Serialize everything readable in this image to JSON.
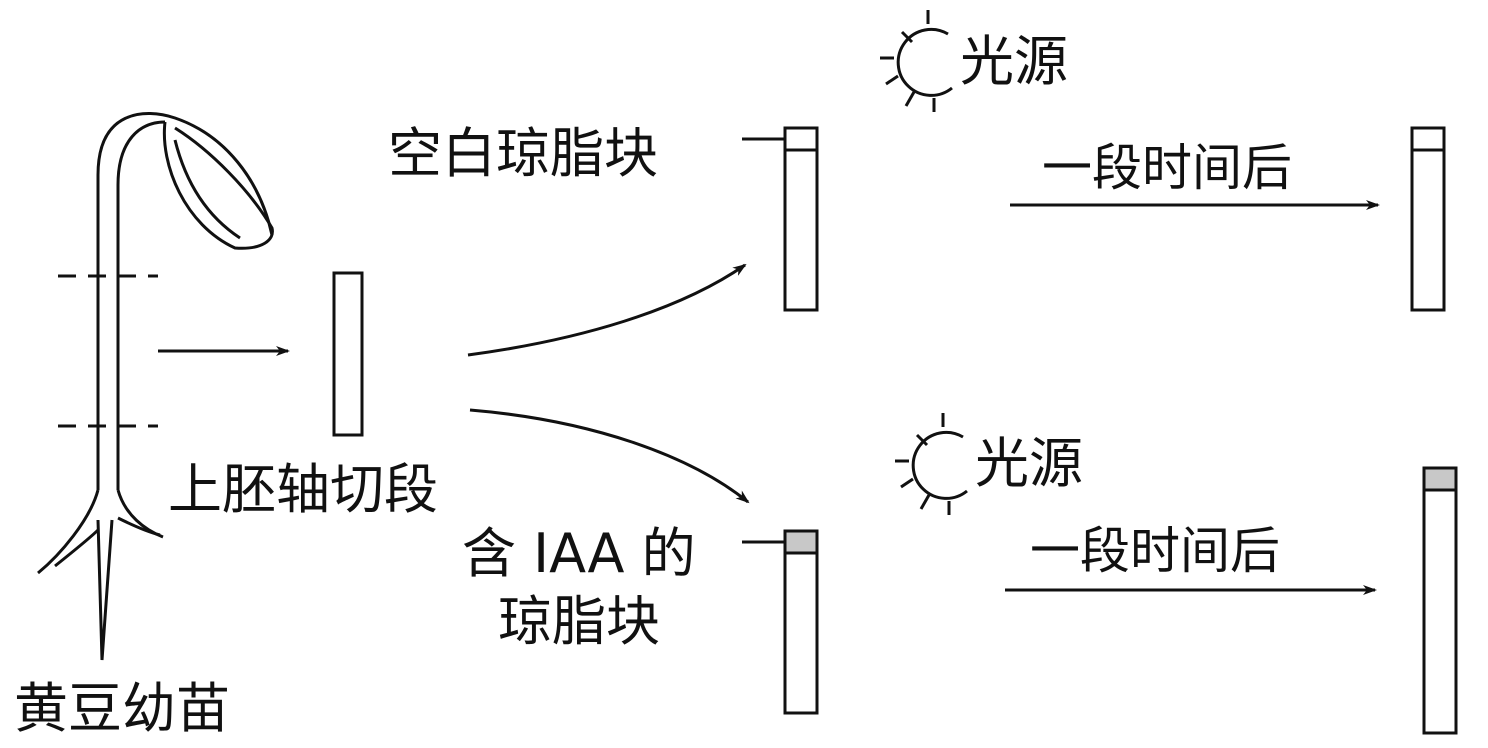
{
  "labels": {
    "seedling": "黄豆幼苗",
    "segment": "上胚轴切段",
    "blank_agar": "空白琼脂块",
    "iaa_agar_line1": "含 IAA 的",
    "iaa_agar_line2": "琼脂块",
    "light_top": "光源",
    "light_bottom": "光源",
    "time_top": "一段时间后",
    "time_bottom": "一段时间后"
  },
  "colors": {
    "line": "#111111",
    "iaa_fill": "#c8c8c8",
    "background": "#ffffff"
  },
  "icons": {
    "light_source": "sun-icon"
  }
}
